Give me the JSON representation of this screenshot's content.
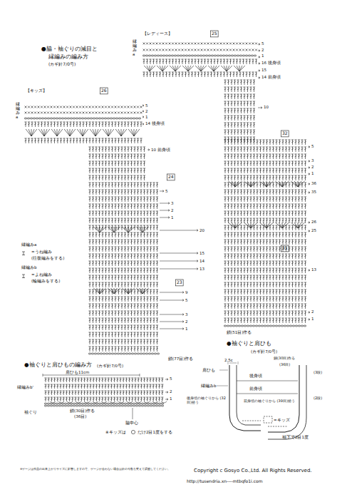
{
  "diagram": {
    "labels": [
      "●脇・袖ぐりの減目と",
      "縁編みの編み方",
      "(カギ針7/0号)",
      "【レディース】",
      "25",
      "縁編みa",
      "5",
      "2",
      "1",
      "16 後身頃",
      "15",
      "14 前身頃",
      "10",
      "32",
      "5",
      "3",
      "2",
      "1",
      "36",
      "35",
      "26",
      "25",
      "31",
      "13",
      "2",
      "1",
      "鎖(51目)作る",
      "【キッズ】",
      "26",
      "縁編みa",
      "5",
      "2",
      "1",
      "14 後身頃",
      "10 前身頃",
      "24",
      "5",
      "3",
      "2",
      "1",
      "20",
      "15",
      "14",
      "13",
      "23",
      "9",
      "5",
      "3",
      "2",
      "1",
      "鎖(77目)作る",
      "縁編みa",
      "=うね編み",
      "(往復編みをする)",
      "縁編みb",
      "=よね編み",
      "(輪編みをする)",
      "●袖ぐりと肩ひもの編み方",
      "(カギ針7/0号)",
      "肩ひも11cm",
      "縁編みb'",
      "5",
      "2",
      "1",
      "袖ぐり",
      "鎖(30目)作る",
      "(36目)",
      "脇中心",
      "※キッズは",
      "だけ2目1度をする",
      "●袖ぐりと肩ひも",
      "(カギ針7/0号)",
      "2.5c",
      "肩ひも",
      "縁編みb",
      "後身頃",
      "前身頃",
      "後身頃の袖ぐりから (32目)拾う",
      "前身頃の袖ぐりから (39目)拾う",
      "鎖(30目)作る",
      "(36目)",
      "(3段)",
      "(2段)",
      "=キッズ",
      "袖下で2目1度",
      "※ゲージは作品の出来上がりサイズに影響しますので、ゲージが合わない場合は針の号数を変えて調整してください。",
      "Copyright c Gosyo Co.,Ltd. All Rights Reserved.",
      "http://tusendria.xn----mtbqfo1i.com"
    ]
  }
}
